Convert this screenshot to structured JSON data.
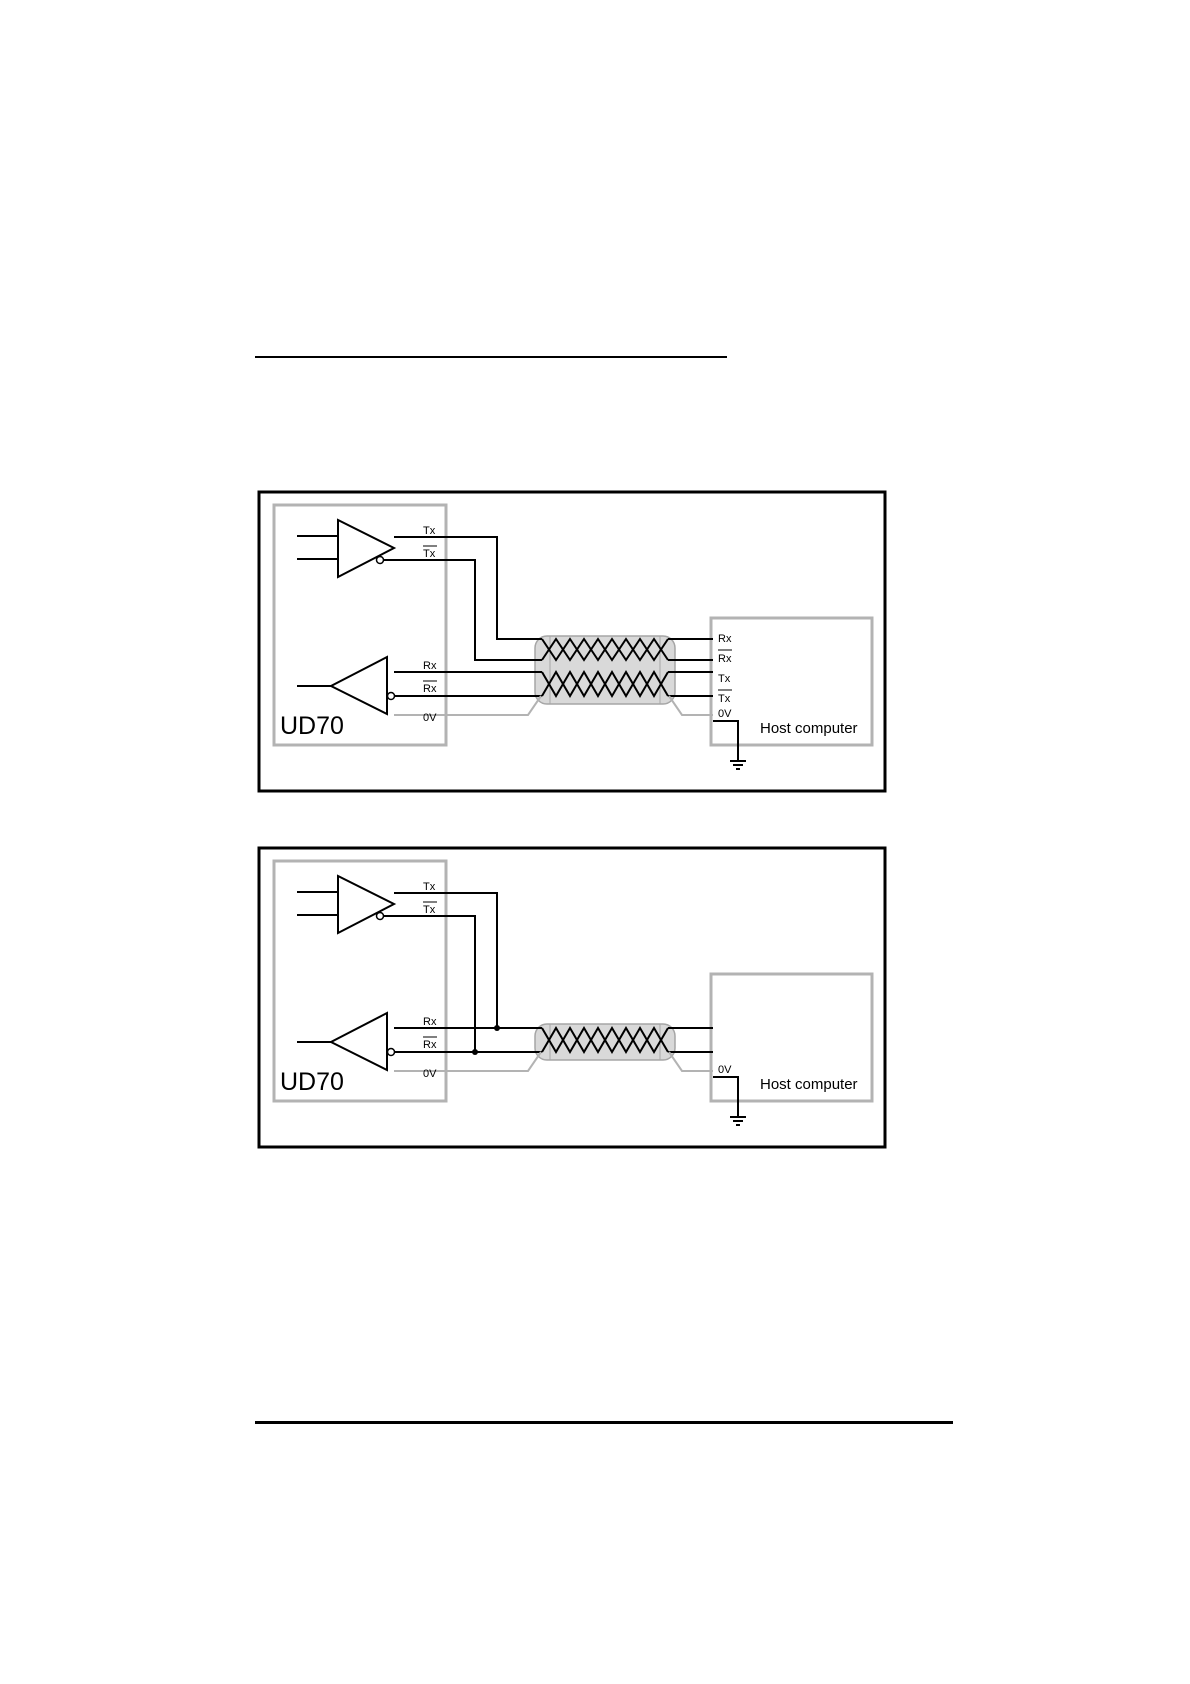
{
  "figures": [
    {
      "id": "four-wire",
      "device_label": "UD70",
      "host_label": "Host computer",
      "device_pins": {
        "tx": "Tx",
        "tx_bar": "Tx",
        "rx": "Rx",
        "rx_bar": "Rx",
        "zero_v": "0V"
      },
      "host_pins": {
        "rx": "Rx",
        "rx_bar": "Rx",
        "tx": "Tx",
        "tx_bar": "Tx",
        "zero_v": "0V"
      }
    },
    {
      "id": "two-wire",
      "device_label": "UD70",
      "host_label": "Host computer",
      "device_pins": {
        "tx": "Tx",
        "tx_bar": "Tx",
        "rx": "Rx",
        "rx_bar": "Rx",
        "zero_v": "0V"
      },
      "host_pins": {
        "zero_v": "0V"
      }
    }
  ],
  "colors": {
    "frame": "#000000",
    "device_box": "#b3b3b3",
    "cable_shield": "#d9d9d9",
    "ground_wire": "#b3b3b3"
  }
}
